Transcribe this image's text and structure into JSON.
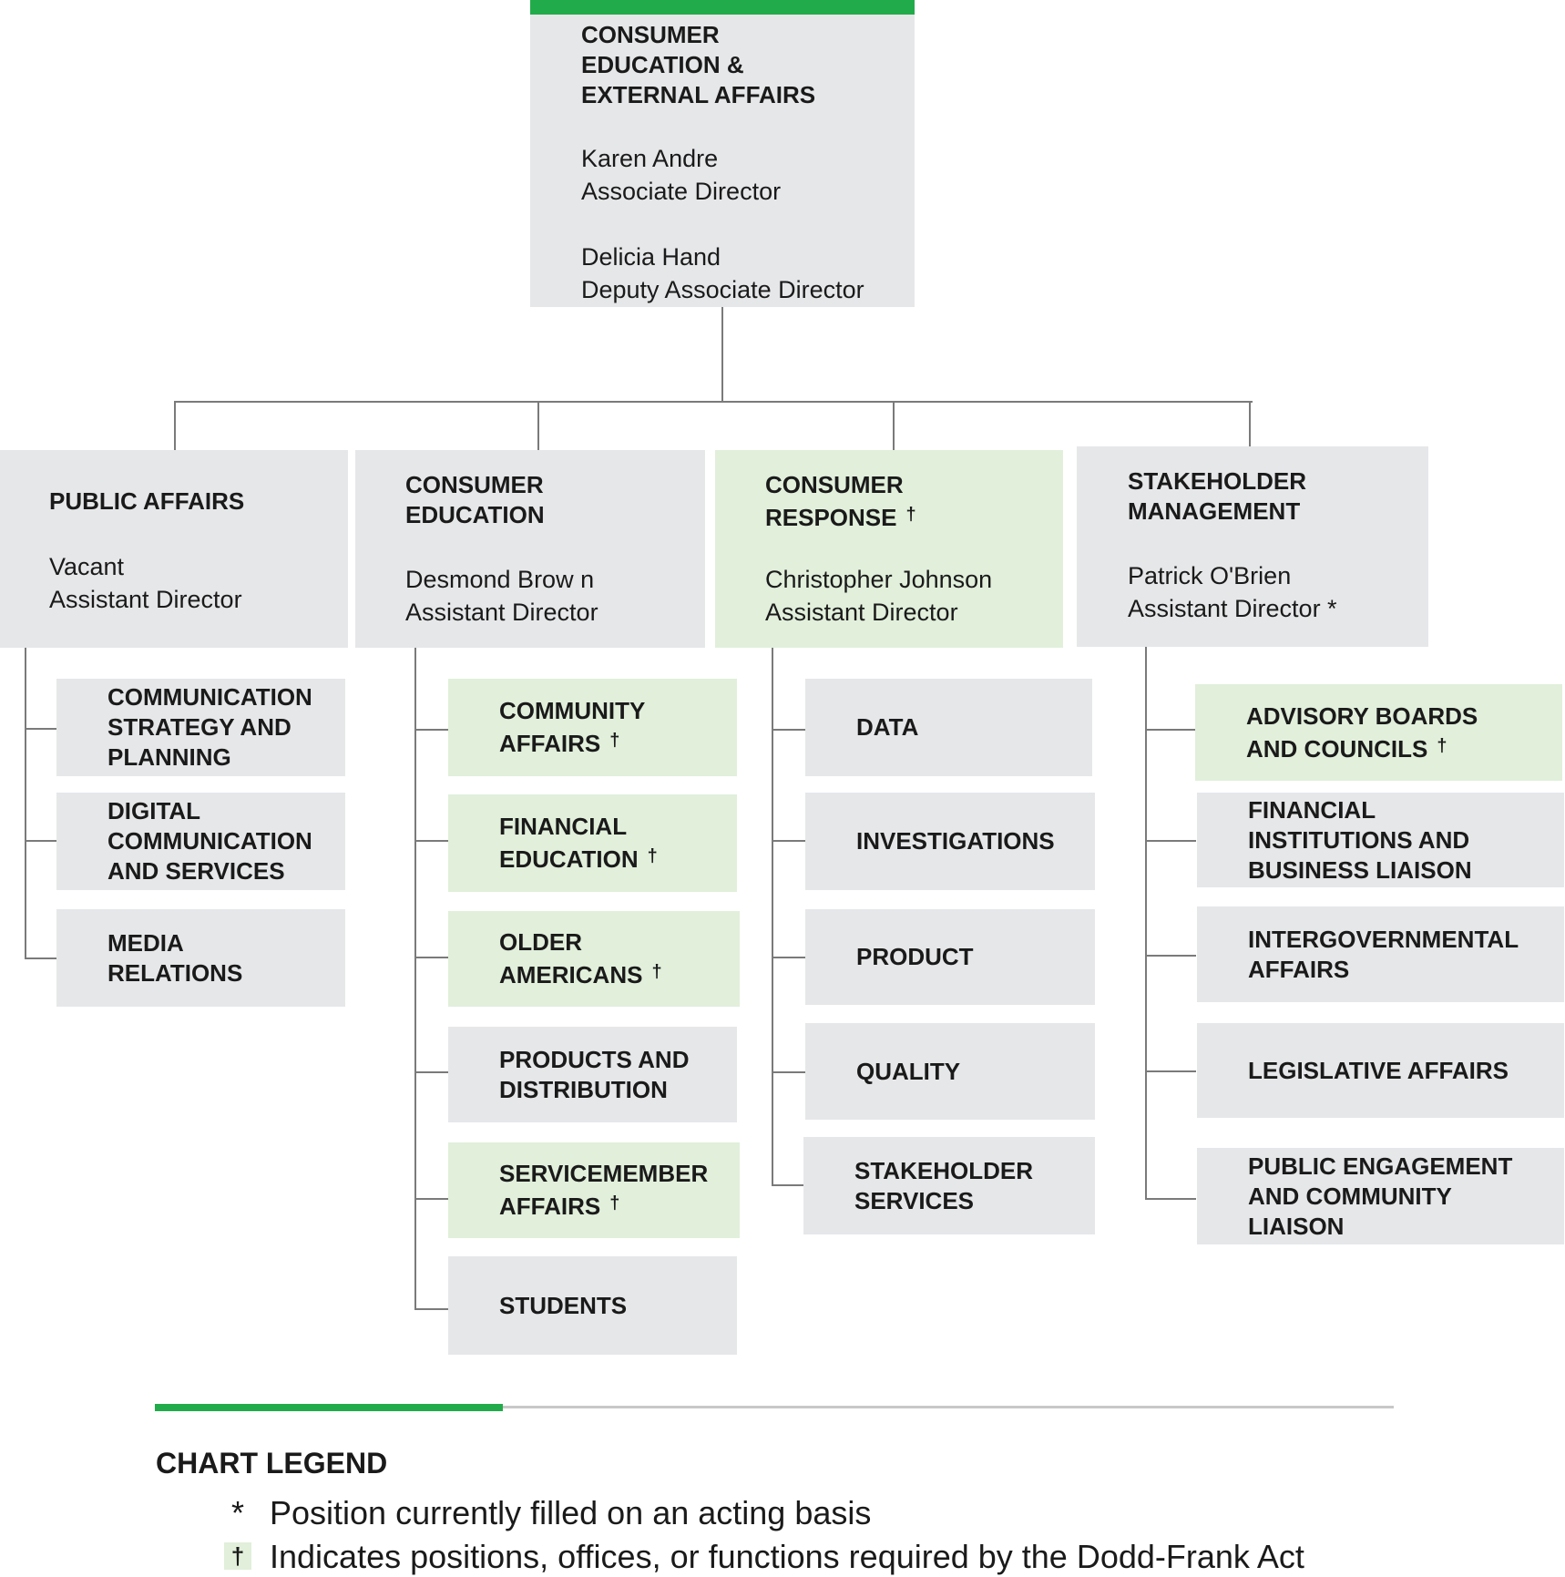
{
  "top": {
    "title": "CONSUMER\nEDUCATION  &\nEXTERNAL  AFFAIRS",
    "people": "Karen Andre\nAssociate Director\n\nDelicia  Hand\nDeputy Associate Director",
    "accent_color": "#22ab4a"
  },
  "divisions": [
    {
      "title": "PUBLIC AFFAIRS",
      "people": "Vacant\nAssistant Director",
      "highlight": false,
      "units": [
        {
          "label": "COMMUNICATION\nSTRATEGY AND\nPLANNING",
          "highlight": false
        },
        {
          "label": "DIGITAL\nCOMMUNICATION\nAND SERVICES",
          "highlight": false
        },
        {
          "label": "MEDIA\nRELATIONS",
          "highlight": false
        }
      ]
    },
    {
      "title": "CONSUMER\nEDUCATION",
      "people": "Desmond Brow n\nAssistant Director",
      "highlight": false,
      "units": [
        {
          "label": "COMMUNITY\nAFFAIRS",
          "highlight": true
        },
        {
          "label": "FINANCIAL\nEDUCATION",
          "highlight": true
        },
        {
          "label": "OLDER\nAMERICANS",
          "highlight": true
        },
        {
          "label": "PRODUCTS AND\nDISTRIBUTION",
          "highlight": false
        },
        {
          "label": "SERVICEMEMBER\nAFFAIRS",
          "highlight": true
        },
        {
          "label": "STUDENTS",
          "highlight": false
        }
      ]
    },
    {
      "title": "CONSUMER\nRESPONSE",
      "people": "Christopher Johnson\nAssistant Director",
      "highlight": true,
      "units": [
        {
          "label": "DATA",
          "highlight": false
        },
        {
          "label": "INVESTIGATIONS",
          "highlight": false
        },
        {
          "label": "PRODUCT",
          "highlight": false
        },
        {
          "label": "QUALITY",
          "highlight": false
        },
        {
          "label": "STAKEHOLDER\nSERVICES",
          "highlight": false
        }
      ]
    },
    {
      "title": "STAKEHOLDER\nMANAGEMENT",
      "people": "Patrick O'Brien\nAssistant Director *",
      "highlight": false,
      "units": [
        {
          "label": "ADVISORY BOARDS\nAND COUNCILS",
          "highlight": true
        },
        {
          "label": "FINANCIAL\nINSTITUTIONS AND\nBUSINESS  LIAISON",
          "highlight": false
        },
        {
          "label": "INTERGOVERNMENTAL\nAFFAIRS",
          "highlight": false
        },
        {
          "label": "LEGISLATIVE AFFAIRS",
          "highlight": false
        },
        {
          "label": "PUBLIC ENGAGEMENT\nAND COMMUNITY\nLIAISON",
          "highlight": false
        }
      ]
    }
  ],
  "dagger": "†",
  "legend": {
    "title": "CHART  LEGEND",
    "acting_symbol": "*",
    "acting_text": "Position currently filled on an acting  basis",
    "dodd_symbol": "†",
    "dodd_text": "Indicates positions,  offices,  or functions  required  by the Dodd-Frank  Act"
  },
  "colors": {
    "box_gray": "#e6e7e9",
    "box_green": "#e1efdb",
    "accent_green": "#22ab4a",
    "connector": "#7a7a7a"
  }
}
